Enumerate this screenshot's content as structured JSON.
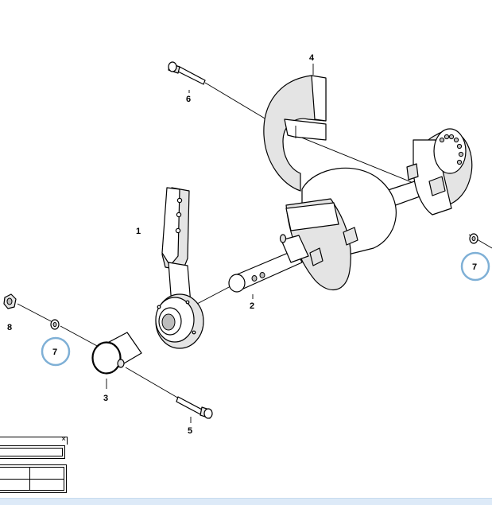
{
  "callouts": {
    "c1": "1",
    "c2": "2",
    "c3": "3",
    "c4": "4",
    "c5": "5",
    "c6": "6",
    "c7a": "7",
    "c7b": "7",
    "c8": "8"
  },
  "colors": {
    "highlight": "#7fb0d6",
    "statusbar": "#ddeaf8"
  },
  "panel": {
    "close_glyph": "×"
  }
}
